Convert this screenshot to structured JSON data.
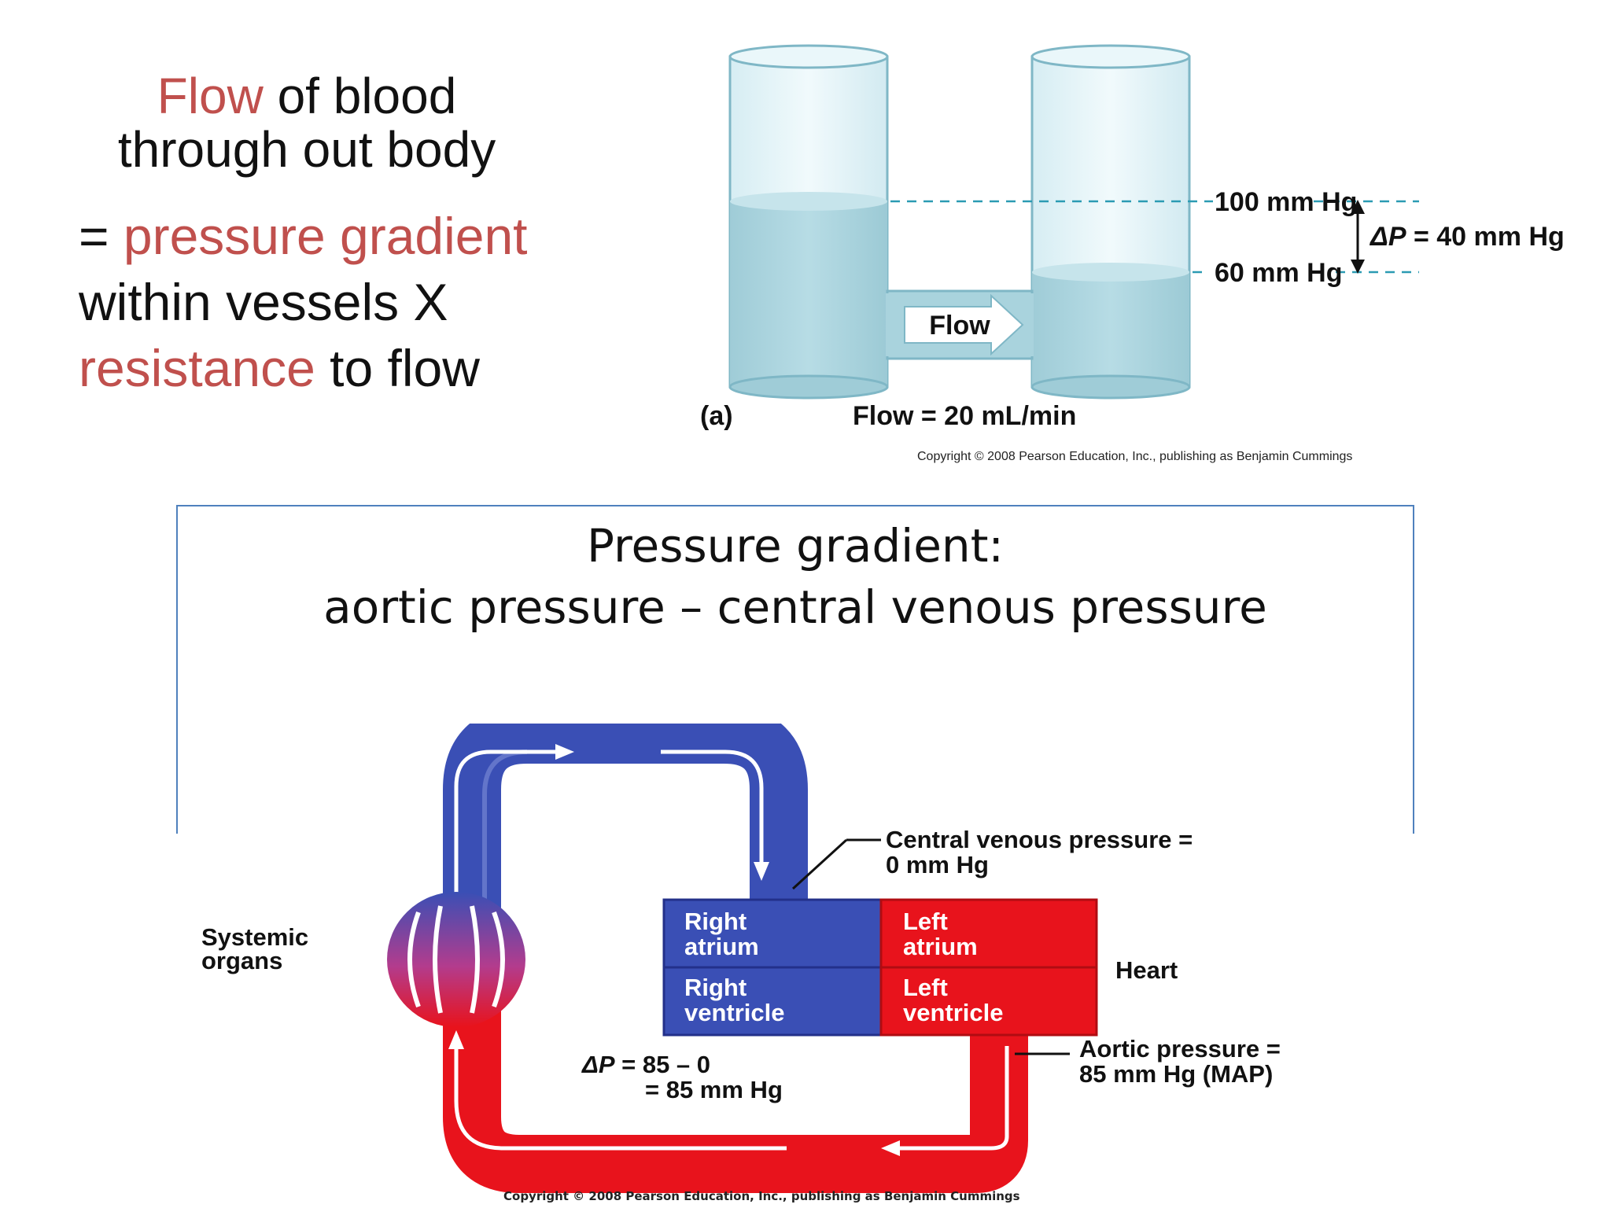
{
  "left_text": {
    "title_part1": "Flow",
    "title_part2": " of blood",
    "title_line2": "through out body",
    "eq_prefix": "= ",
    "eq_red": "pressure gradient",
    "eq_line2": "within vessels X",
    "eq_line3_red": "resistance",
    "eq_line3_rest": " to flow"
  },
  "tank_diagram": {
    "pressure_high": "100 mm Hg",
    "pressure_low": "60 mm Hg",
    "delta_p_symbol": "ΔP",
    "delta_p_value": " = 40 mm Hg",
    "flow_arrow": "Flow",
    "panel_label": "(a)",
    "flow_rate": "Flow = 20 mL/min",
    "copyright": "Copyright © 2008 Pearson Education, Inc., publishing as Benjamin Cummings",
    "colors": {
      "water": "#a9d3dd",
      "glass": "#e4f3f7",
      "outline": "#7fb7c6"
    }
  },
  "gradient_box": {
    "line1": "Pressure gradient:",
    "line2": "aortic pressure – central venous pressure"
  },
  "circulation": {
    "systemic_line1": "Systemic",
    "systemic_line2": "organs",
    "cvp_line1": "Central venous pressure =",
    "cvp_line2": "0 mm Hg",
    "ra_line1": "Right",
    "ra_line2": "atrium",
    "la_line1": "Left",
    "la_line2": "atrium",
    "rv_line1": "Right",
    "rv_line2": "ventricle",
    "lv_line1": "Left",
    "lv_line2": "ventricle",
    "heart": "Heart",
    "aortic_line1": "Aortic pressure =",
    "aortic_line2": "85 mm Hg (MAP)",
    "dp_symbol": "ΔP",
    "dp_line1": " = 85 – 0",
    "dp_line2": "= 85 mm Hg",
    "copyright": "Copyright © 2008 Pearson Education, Inc., publishing as Benjamin Cummings",
    "colors": {
      "venous": "#3a4fb5",
      "arterial": "#e8131c",
      "venous_dark": "#23308a"
    }
  }
}
